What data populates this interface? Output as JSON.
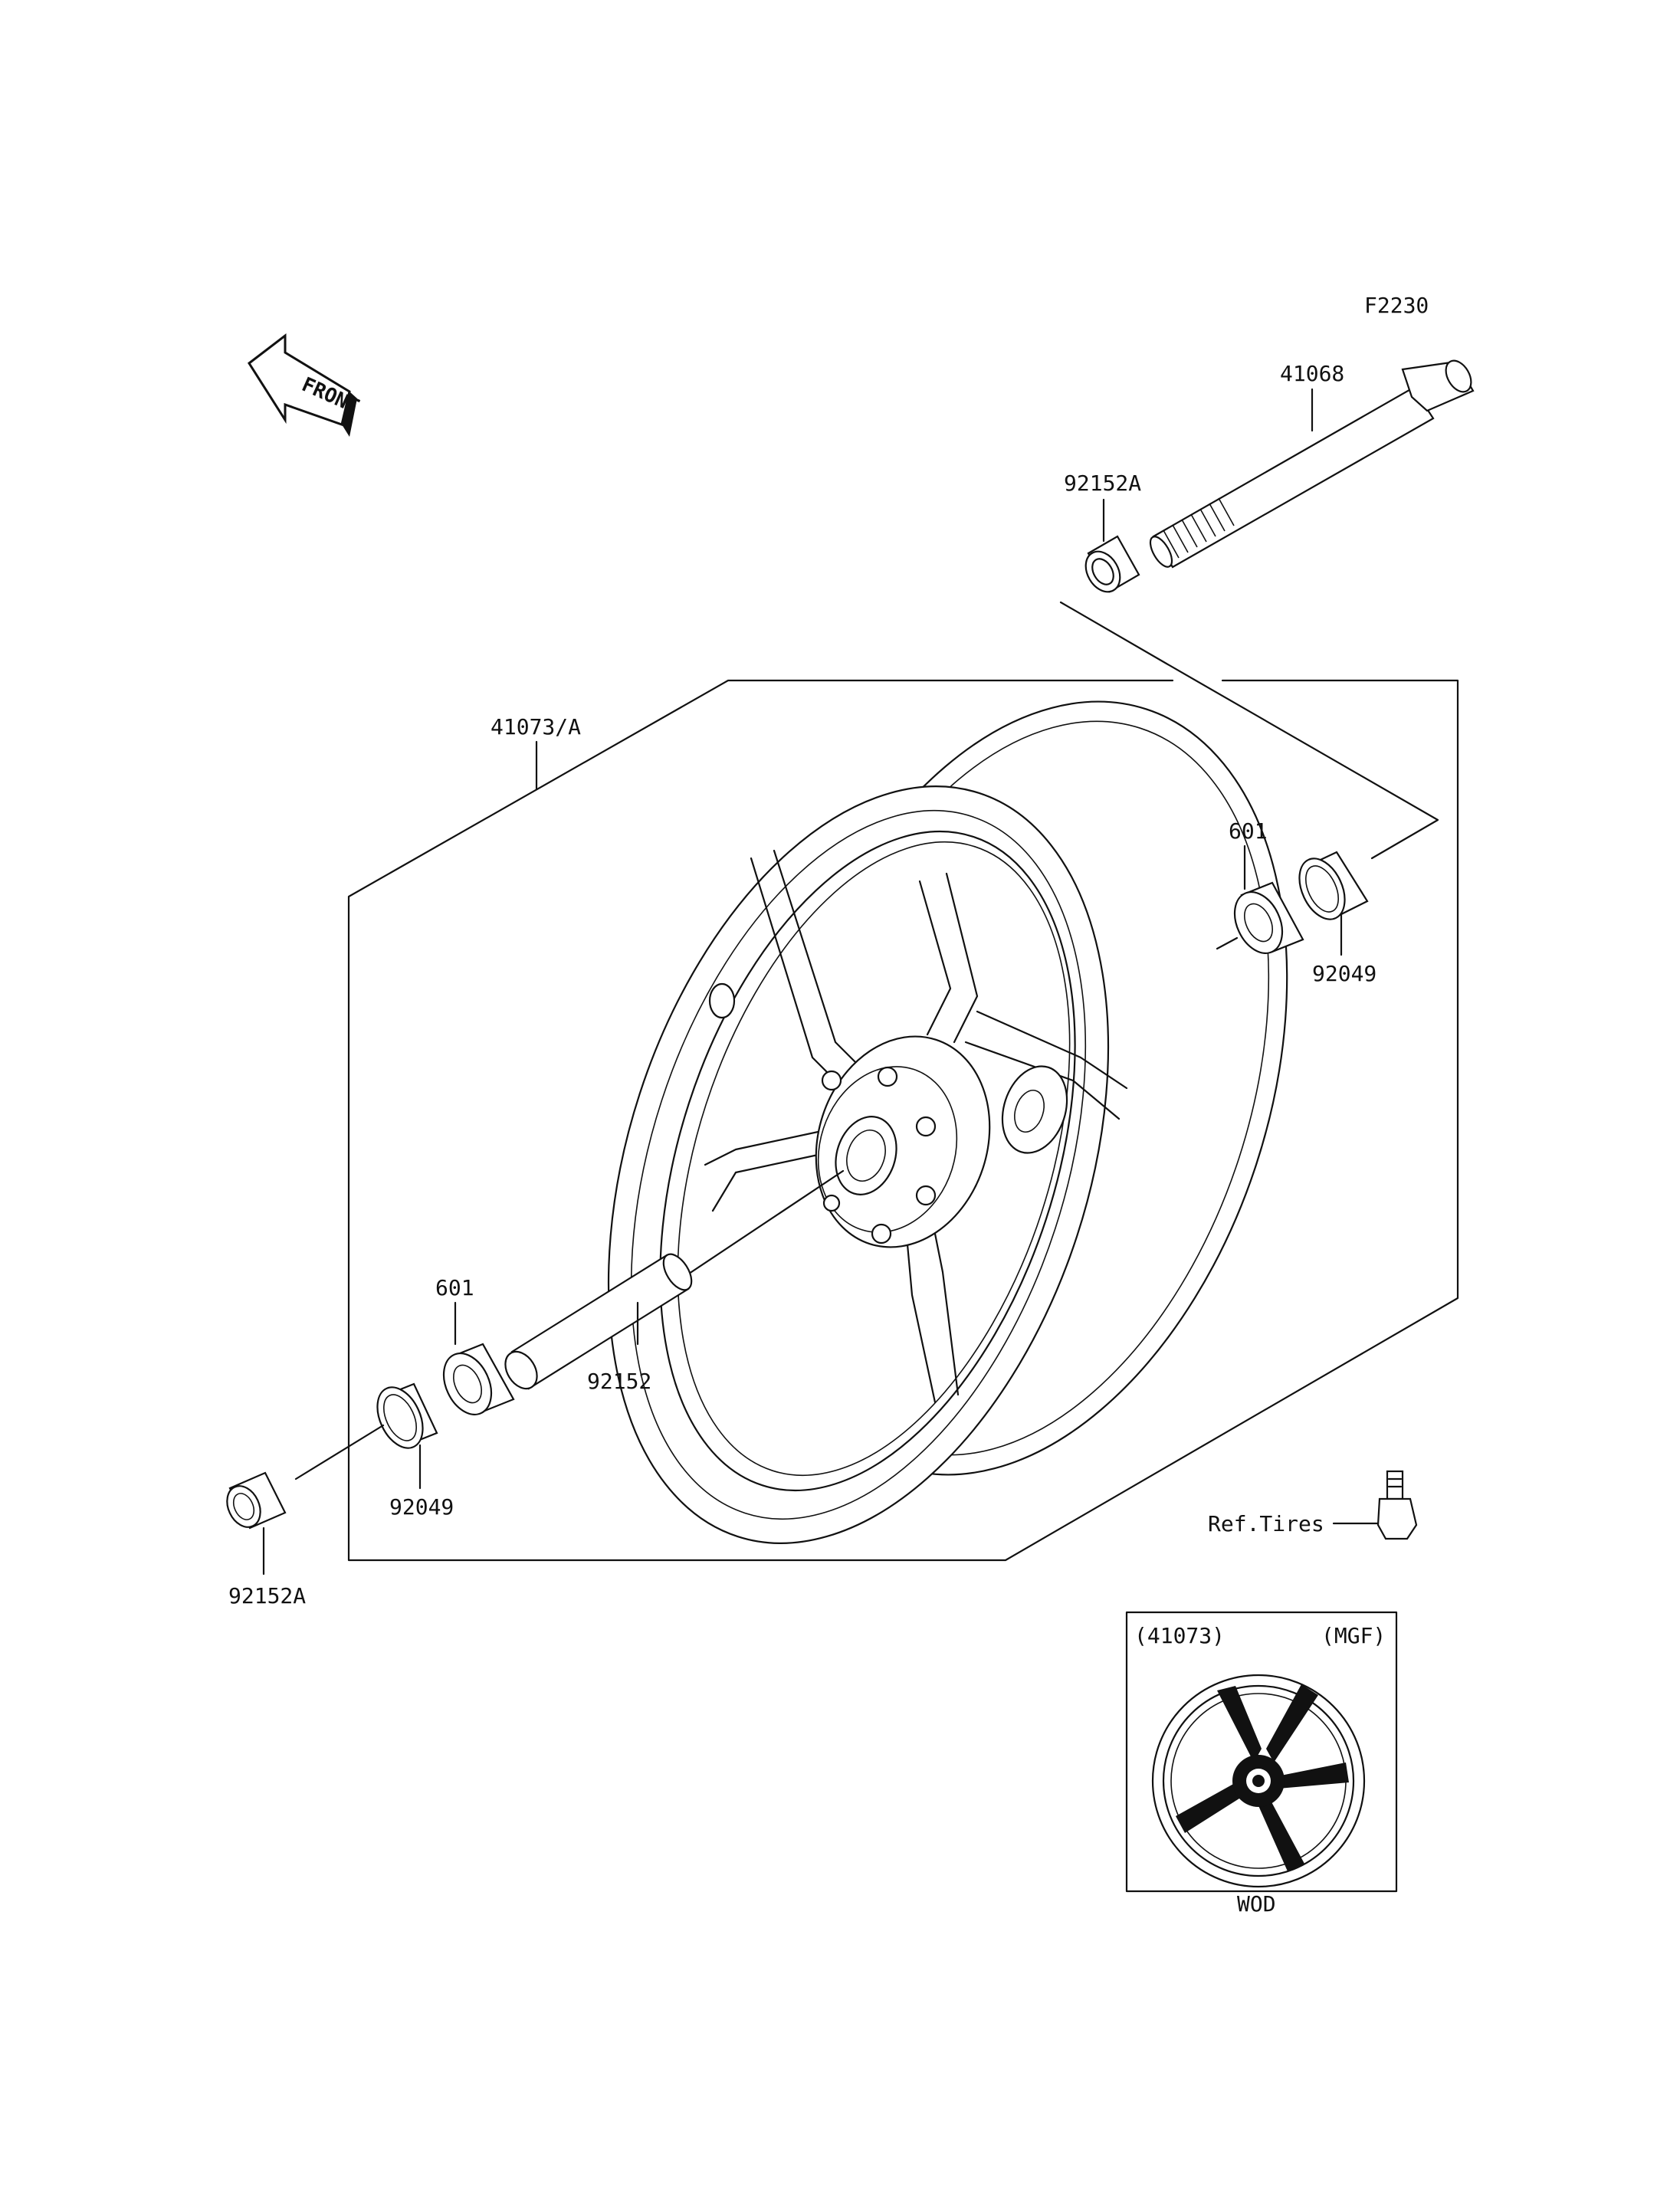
{
  "diagram_code": "F2230",
  "front_arrow": "FRONT",
  "parts": {
    "axle": "41068",
    "collar_right": "92152A",
    "wheel_assembly": "41073/A",
    "bearing_right": "601",
    "seal_right": "92049",
    "bearing_left": "601",
    "spacer": "92152",
    "seal_left": "92049",
    "collar_left": "92152A",
    "valve_ref": "Ref.Tires"
  },
  "inset": {
    "part_number": "(41073)",
    "color_code": "(MGF)",
    "caption": "WOD"
  }
}
